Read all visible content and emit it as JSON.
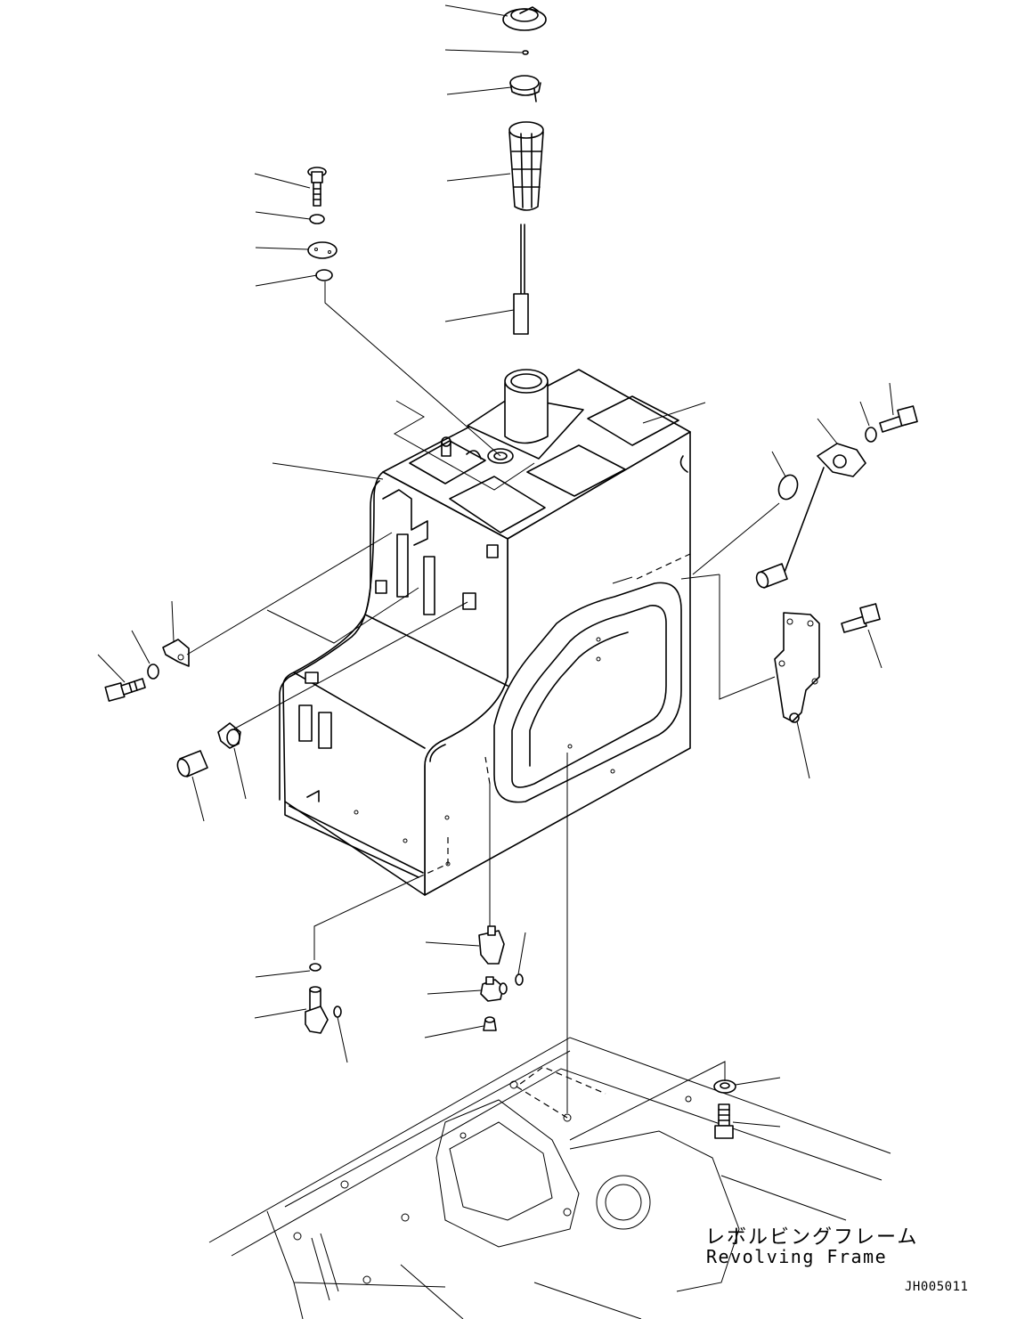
{
  "diagram": {
    "frame_label_jp": "レボルビングフレーム",
    "frame_label_en": "Revolving Frame",
    "drawing_code": "JH005011"
  }
}
